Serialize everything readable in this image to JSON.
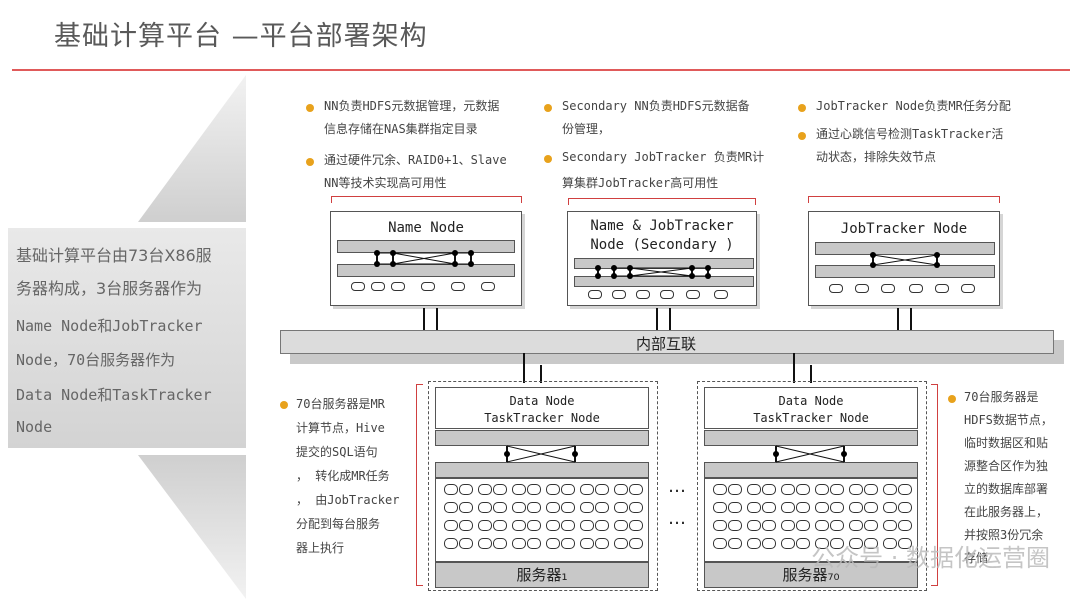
{
  "title": "基础计算平台 —平台部署架构",
  "left_summary": {
    "lines": [
      "基础计算平台由73台X86服",
      "务器构成，3台服务器作为",
      "Name Node和JobTracker",
      "Node，70台服务器作为",
      "Data Node和TaskTracker",
      "Node"
    ]
  },
  "top_notes": {
    "col1": {
      "b1_l1": "NN负责HDFS元数据管理，元数据",
      "b1_l2": "信息存储在NAS集群指定目录",
      "b2_l1": "通过硬件冗余、RAID0+1、Slave",
      "b2_l2": "NN等技术实现高可用性"
    },
    "col2": {
      "b1_l1": "Secondary NN负责HDFS元数据备",
      "b1_l2": "份管理，",
      "b2_l1": "Secondary JobTracker 负责MR计",
      "b2_l2": "算集群JobTracker高可用性"
    },
    "col3": {
      "b1_l1": "JobTracker Node负责MR任务分配",
      "b2_l1": "通过心跳信号检测TaskTracker活",
      "b2_l2": "动状态，排除失效节点"
    }
  },
  "nodes": {
    "name_node": "Name Node",
    "secondary_l1": "Name & JobTracker",
    "secondary_l2": "Node (Secondary )",
    "jobtracker": "JobTracker Node"
  },
  "bus_label": "内部互联",
  "data_nodes": {
    "header_l1": "Data  Node",
    "header_l2": "TaskTracker Node",
    "server1": "服务器₁",
    "server70": "服务器₇₀",
    "ellipsis": "…"
  },
  "left_bottom_note": {
    "lines": [
      "70台服务器是MR",
      "计算节点，Hive",
      "提交的SQL语句",
      "， 转化成MR任务",
      "， 由JobTracker",
      "分配到每台服务",
      "器上执行"
    ]
  },
  "right_bottom_note": {
    "lines": [
      "70台服务器是",
      "HDFS数据节点，",
      "临时数据区和贴",
      "源整合区作为独",
      "立的数据库部署",
      "在此服务器上，",
      "并按照3份冗余",
      "存储"
    ]
  },
  "watermark": "公众号 · 数据化运营圈",
  "colors": {
    "accent": "#e8a21c",
    "rule": "#e05a5a",
    "bracket": "#d04040"
  }
}
